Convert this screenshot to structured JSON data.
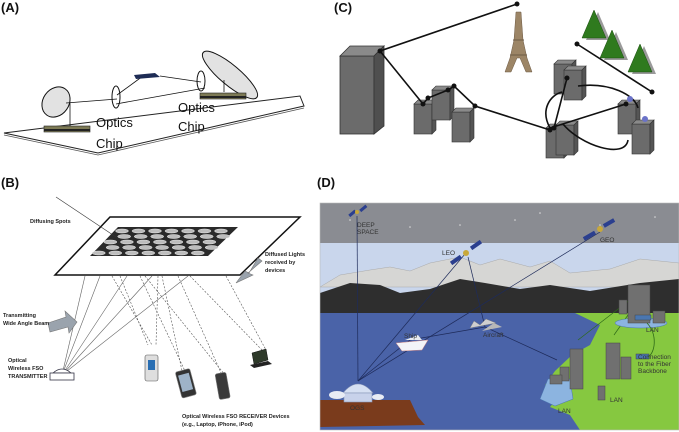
{
  "panels": {
    "a": {
      "label": "(A)",
      "chip_left": {
        "line1": "Optics",
        "line2": "Chip"
      },
      "chip_right": {
        "line1": "Optics",
        "line2": "Chip"
      }
    },
    "b": {
      "label": "(B)",
      "diffusing_spots": "Diffusing Spots",
      "diffused_lights": {
        "line1": "Diffused Lights",
        "line2": "received by",
        "line3": "devices"
      },
      "transmitting_beam": {
        "line1": "Transmitting",
        "line2": "Wide Angle Beam"
      },
      "transmitter": {
        "line1": "Optical",
        "line2": "Wireless FSO",
        "line3": "TRANSMITTER"
      },
      "receivers": {
        "line1": "Optical Wireless FSO RECEIVER Devices",
        "line2": "(e.g., Laptop, iPhone, iPod)"
      }
    },
    "c": {
      "label": "(C)"
    },
    "d": {
      "label": "(D)",
      "deep_space": {
        "line1": "DEEP",
        "line2": "SPACE"
      },
      "leo": "LEO",
      "geo": "GEO",
      "ship": "Ship",
      "aircraft": "Aircraft",
      "ogs": "OGS",
      "lan_top": "LAN",
      "lan_mid": "LAN",
      "lan_bottom": "LAN",
      "fiber": {
        "line1": "Connection",
        "line2": "to the Fiber",
        "line3": "Backbone"
      }
    }
  },
  "colors": {
    "space": "#8a8c92",
    "sky": "#c9d6ec",
    "cloud": "#d6d6d4",
    "mountain": "#2e2e2e",
    "sea": "#4a63a8",
    "land": "#86c840",
    "soil": "#7a3b1c",
    "building": "#6e6e6e",
    "tree": "#2f7a1e"
  }
}
